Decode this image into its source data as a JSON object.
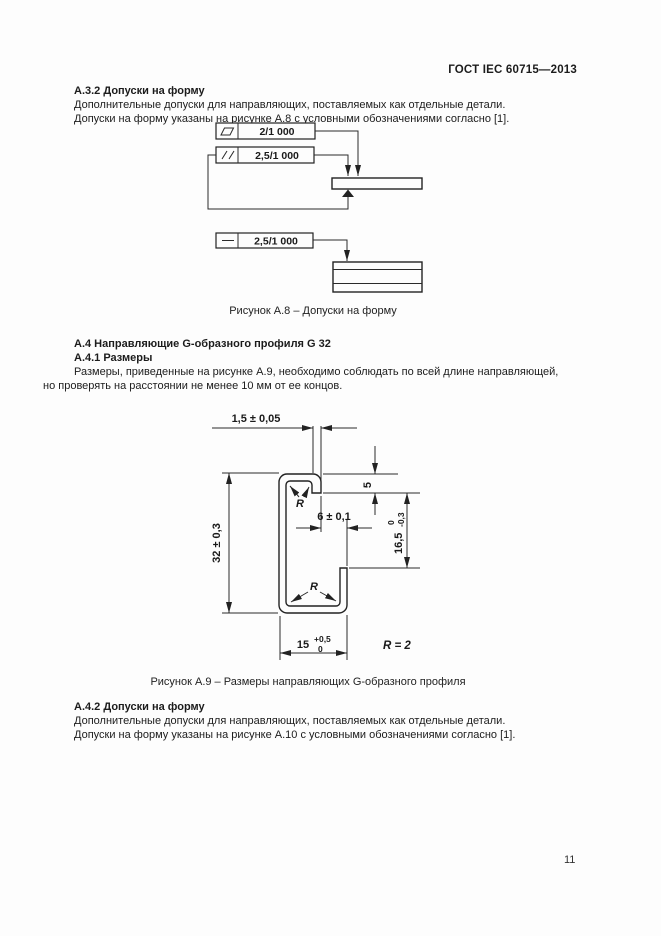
{
  "page": {
    "header_title": "ГОСТ IEC 60715—2013",
    "page_number": "11"
  },
  "section_a32": {
    "heading": "А.3.2 Допуски на форму",
    "para1": "Дополнительные допуски для направляющих, поставляемых как отдельные детали.",
    "para2": "Допуски на форму указаны на рисунке А.8 с условными обозначениями согласно [1]."
  },
  "figure_a8": {
    "caption": "Рисунок А.8 – Допуски на форму",
    "tolerance_frames": [
      {
        "symbol": "flatness",
        "value": "2/1 000"
      },
      {
        "symbol": "parallelism",
        "value": "2,5/1 000"
      },
      {
        "symbol": "straightness",
        "value": "2,5/1 000"
      }
    ]
  },
  "section_a4": {
    "heading": "А.4 Направляющие G-образного профиля G 32"
  },
  "section_a41": {
    "heading": "А.4.1 Размеры",
    "para_line1": "Размеры, приведенные на рисунке А.9, необходимо соблюдать по всей длине направляющей,",
    "para_line2": "но проверять на расстоянии не менее 10 мм от ее концов."
  },
  "figure_a9": {
    "caption": "Рисунок А.9 – Размеры направляющих G-образного профиля",
    "dims": {
      "thickness": "1,5 ± 0,05",
      "height": "32 ± 0,3",
      "hook_depth": "5",
      "slot_width": "6 ± 0,1",
      "opening_height": "16,5",
      "opening_tol_upper": "0",
      "opening_tol_lower": "-0,3",
      "base_width": "15",
      "base_tol_upper": "+0,5",
      "base_tol_lower": "0",
      "radius_top": "R",
      "radius_bottom": "R",
      "radius_note": "R = 2"
    }
  },
  "section_a42": {
    "heading": "А.4.2 Допуски на форму",
    "para1": "Дополнительные допуски для направляющих, поставляемых как отдельные детали.",
    "para2": "Допуски на форму указаны на рисунке А.10 с условными обозначениями согласно [1]."
  }
}
